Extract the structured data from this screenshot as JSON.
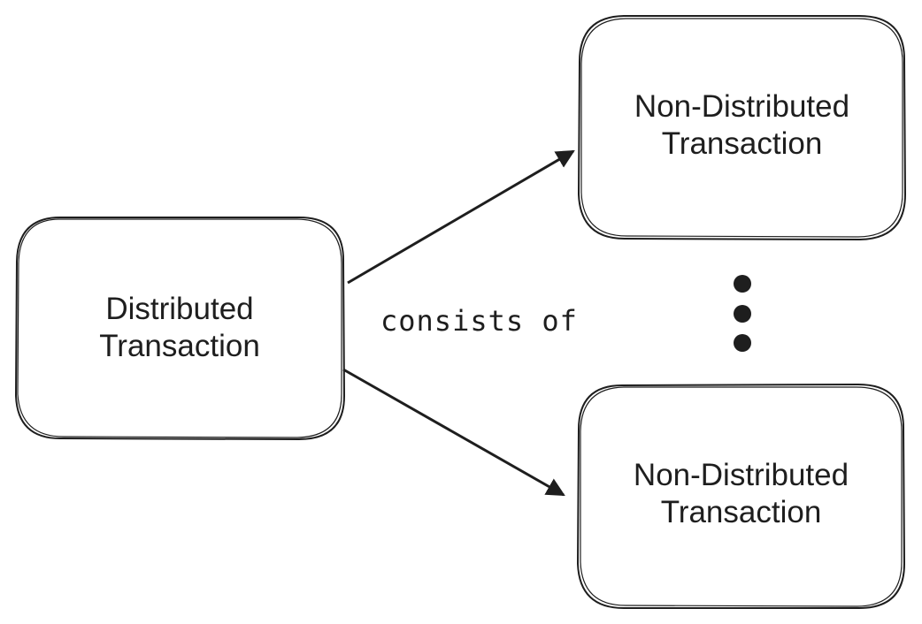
{
  "diagram": {
    "source_node": {
      "line1": "Distributed",
      "line2": "Transaction"
    },
    "target_node_top": {
      "line1": "Non-Distributed",
      "line2": "Transaction"
    },
    "target_node_bottom": {
      "line1": "Non-Distributed",
      "line2": "Transaction"
    },
    "edge_label": "consists of",
    "stroke_color": "#1e1e1e",
    "background_color": "#ffffff"
  }
}
